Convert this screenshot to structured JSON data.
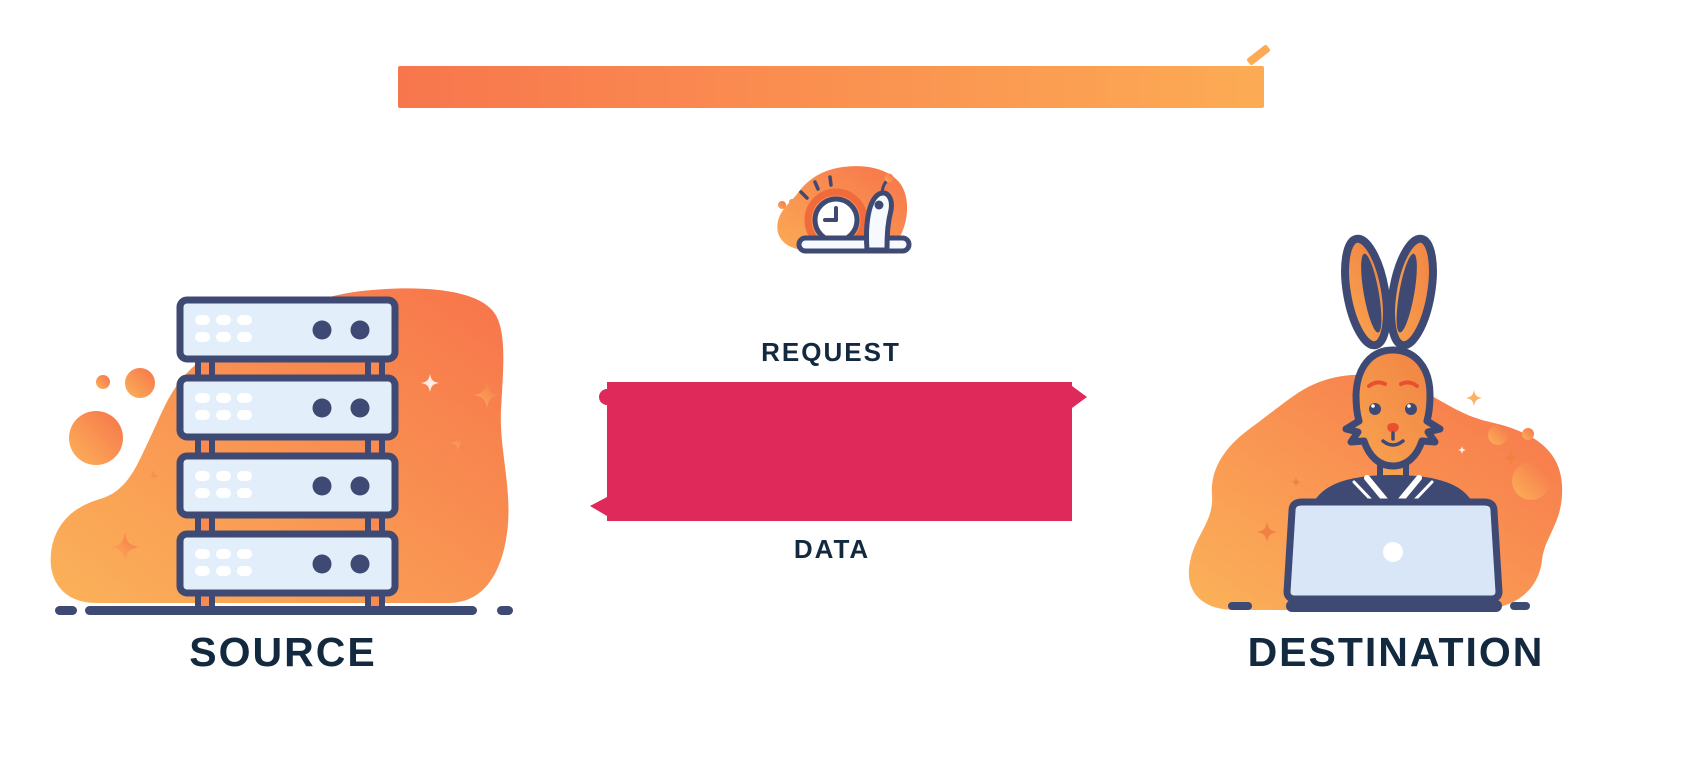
{
  "flow": {
    "request_label": "REQUEST",
    "data_label": "DATA"
  },
  "nodes": {
    "source": {
      "label": "SOURCE"
    },
    "destination": {
      "label": "DESTINATION"
    }
  },
  "icons": {
    "snail_clock": "snail-with-clock-shell",
    "server_rack": "stacked-server-rack",
    "rabbit_laptop": "rabbit-working-on-laptop",
    "arrowhead_right": "right-pointing-arrow-tip",
    "arrowhead_left": "left-pointing-arrow-tip",
    "sparkle": "four-point-star"
  },
  "colors": {
    "label_navy": "#13293F",
    "outline_navy": "#3F4A74",
    "panel_blue": "#E3EEFB",
    "laptop_blue": "#D8E6F7",
    "orange_dark": "#F8764D",
    "orange_light": "#FCAB54",
    "pink": "#E0295B",
    "accent_red": "#E8502F"
  }
}
